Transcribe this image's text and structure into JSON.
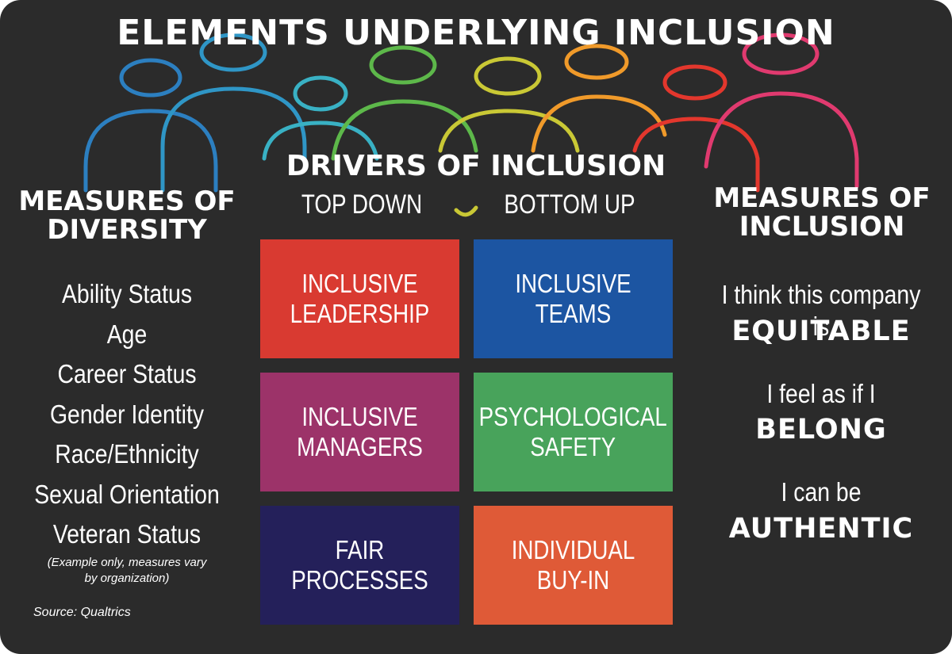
{
  "title": "ELEMENTS UNDERLYING INCLUSION",
  "drivers": {
    "title": "DRIVERS OF INCLUSION",
    "top_down_label": "TOP DOWN",
    "bottom_up_label": "BOTTOM UP",
    "boxes": [
      {
        "label_line1": "INCLUSIVE",
        "label_line2": "LEADERSHIP",
        "color": "#d93a31"
      },
      {
        "label_line1": "INCLUSIVE",
        "label_line2": "TEAMS",
        "color": "#1c55a2"
      },
      {
        "label_line1": "INCLUSIVE",
        "label_line2": "MANAGERS",
        "color": "#9c3369"
      },
      {
        "label_line1": "PSYCHOLOGICAL",
        "label_line2": "SAFETY",
        "color": "#48a35b"
      },
      {
        "label_line1": "FAIR",
        "label_line2": "PROCESSES",
        "color": "#24205a"
      },
      {
        "label_line1": "INDIVIDUAL",
        "label_line2": "BUY-IN",
        "color": "#df5a37"
      }
    ]
  },
  "diversity": {
    "heading_line1": "MEASURES OF",
    "heading_line2": "DIVERSITY",
    "items": [
      "Ability Status",
      "Age",
      "Career Status",
      "Gender Identity",
      "Race/Ethnicity",
      "Sexual Orientation",
      "Veteran Status"
    ],
    "note_line1": "(Example only, measures vary",
    "note_line2": "by organization)"
  },
  "inclusion": {
    "heading_line1": "MEASURES OF",
    "heading_line2": "INCLUSION",
    "statements": [
      {
        "text": "I think this company is",
        "emphasis": "EQUITABLE"
      },
      {
        "text": "I feel as if I",
        "emphasis": "BELONG"
      },
      {
        "text": "I can be",
        "emphasis": "AUTHENTIC"
      }
    ]
  },
  "source": "Source: Qualtrics",
  "colors": {
    "background": "#2b2b2b",
    "figure_blue": "#2c7fc0",
    "figure_teal": "#39b1c4",
    "figure_green": "#5db84a",
    "figure_yellow": "#c9c835",
    "figure_orange": "#f09a2a",
    "figure_red": "#e3372d",
    "figure_pink": "#e03a6f"
  }
}
